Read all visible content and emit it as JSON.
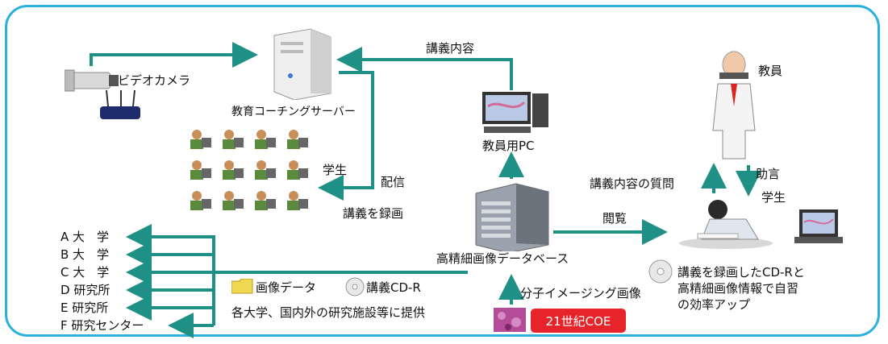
{
  "labels": {
    "video_camera": "ビデオカメラ",
    "server": "教育コーチングサーバー",
    "lecture_content": "講義内容",
    "teacher_pc": "教員用PC",
    "teacher": "教員",
    "students_group": "学生",
    "distribution": "配信",
    "record_lecture": "講義を録画",
    "database": "高精細画像データベース",
    "question": "講義内容の質問",
    "advice": "助言",
    "viewing": "閲覧",
    "student_single": "学生",
    "image_data": "画像データ",
    "lecture_cdr": "講義CD-R",
    "provide": "各大学、国内外の研究施設等に提供",
    "molecular_image": "分子イメージング画像",
    "coe": "21世紀COE",
    "benefit_line1": "講義を録画したCD-Rと",
    "benefit_line2": "高精細画像情報で自習",
    "benefit_line3": "の効率アップ"
  },
  "institutions": [
    "A 大　学",
    "B 大　学",
    "C 大　学",
    "D 研究所",
    "E 研究所",
    "F 研究センター"
  ],
  "colors": {
    "border": "#2bb0e0",
    "arrow": "#1f9085",
    "coe": "#e8242b"
  },
  "icons": [
    "video-camera-icon",
    "router-icon",
    "server-icon",
    "desktop-pc-icon",
    "teacher-icon",
    "database-server-icon",
    "student-study-icon",
    "laptop-icon",
    "folder-icon",
    "cd-icon",
    "molecular-image-icon"
  ]
}
